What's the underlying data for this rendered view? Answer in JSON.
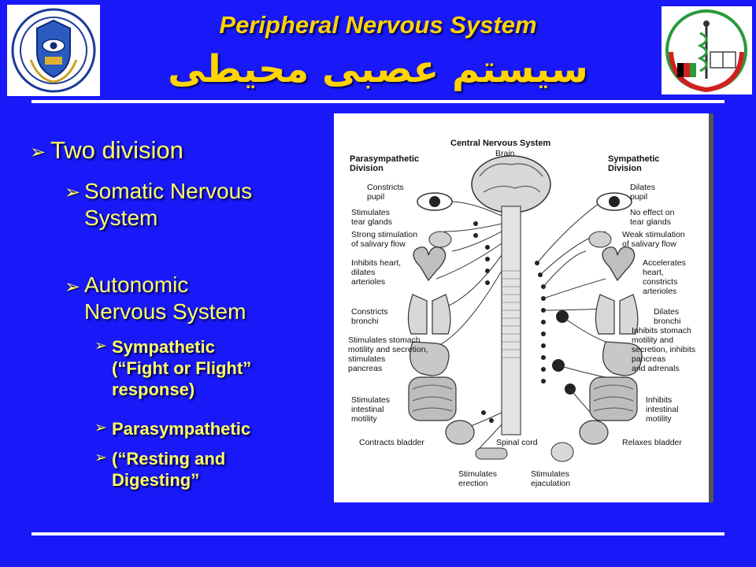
{
  "slide": {
    "title_en": "Peripheral Nervous System",
    "title_fa": "سیستم عصبی محیطی",
    "bullets": {
      "b1": "Two division",
      "b2": "Somatic Nervous\nSystem",
      "b3": "Autonomic\nNervous System",
      "b4": "Sympathetic\n(“Fight or Flight”\nresponse)",
      "b5": "Parasympathetic",
      "b6": "(“Resting  and\nDigesting”"
    },
    "bullet_glyph": "➢"
  },
  "diagram": {
    "header": "Central Nervous System",
    "brain": "Brain",
    "para_title": "Parasympathetic\nDivision",
    "symp_title": "Sympathetic\nDivision",
    "left": {
      "l1": "Constricts\npupil",
      "l2": "Stimulates\ntear glands",
      "l3": "Strong stimulation\nof salivary flow",
      "l4": "Inhibits heart,\ndilates\narterioles",
      "l5": "Constricts\nbronchi",
      "l6": "Stimulates stomach\nmotility and secretion,\nstimulates\npancreas",
      "l7": "Stimulates\nintestinal\nmotility",
      "l8": "Contracts bladder"
    },
    "right": {
      "r1": "Dilates\npupil",
      "r2": "No effect on\ntear glands",
      "r3": "Weak stimulation\nof salivary flow",
      "r4": "Accelerates\nheart,\nconstricts\narterioles",
      "r5": "Dilates\nbronchi",
      "r6": "Inhibits stomach\nmotility and\nsecretion, inhibits\npancreas\nand adrenals",
      "r7": "Inhibits\nintestinal\nmotility",
      "r8": "Relaxes bladder"
    },
    "bottom": {
      "spinal": "Spinal cord",
      "erection": "Stimulates\nerection",
      "ejaculation": "Stimulates\nejaculation"
    }
  }
}
